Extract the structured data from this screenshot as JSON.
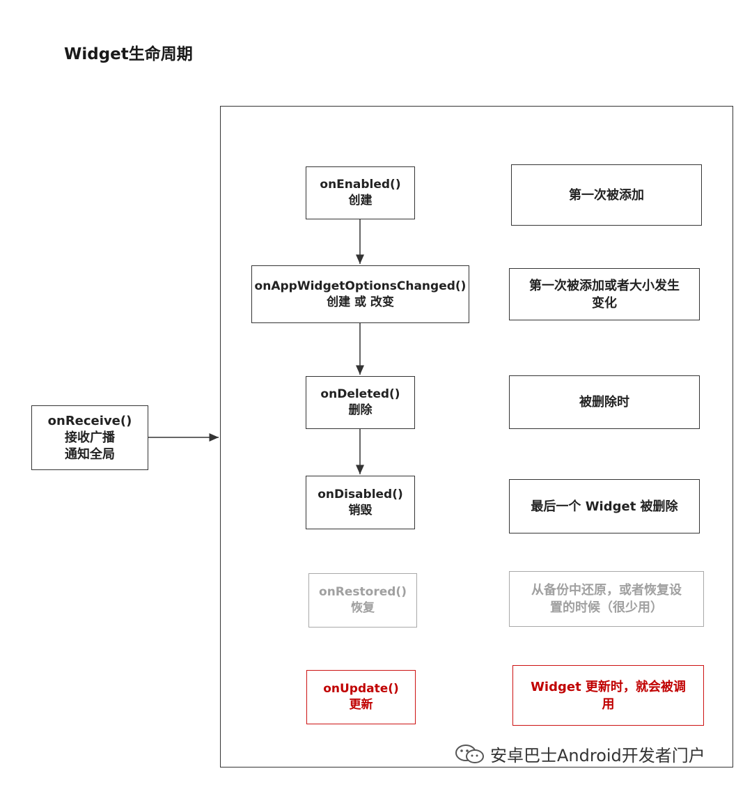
{
  "title": "Widget生命周期",
  "receive": {
    "method": "onReceive()",
    "lines": [
      "接收广播",
      "通知全局"
    ]
  },
  "methods": [
    {
      "method": "onEnabled()",
      "label": "创建"
    },
    {
      "method": "onAppWidgetOptionsChanged()",
      "label": "创建 或 改变"
    },
    {
      "method": "onDeleted()",
      "label": "删除"
    },
    {
      "method": "onDisabled()",
      "label": "销毁"
    },
    {
      "method": "onRestored()",
      "label": "恢复"
    },
    {
      "method": "onUpdate()",
      "label": "更新"
    }
  ],
  "descriptions": [
    {
      "lines": [
        "第一次被添加"
      ]
    },
    {
      "lines": [
        "第一次被添加或者大小发生",
        "变化"
      ]
    },
    {
      "lines": [
        "被删除时"
      ]
    },
    {
      "lines": [
        "最后一个 Widget 被删除"
      ]
    },
    {
      "lines": [
        "从备份中还原，或者恢复设",
        "置的时候（很少用）"
      ]
    },
    {
      "lines": [
        "Widget 更新时，就会被调",
        "用"
      ]
    }
  ],
  "watermark": "安卓巴士Android开发者门户",
  "colors": {
    "normal": "#333333",
    "muted": "#a8a8a8",
    "highlight": "#cc1111"
  }
}
